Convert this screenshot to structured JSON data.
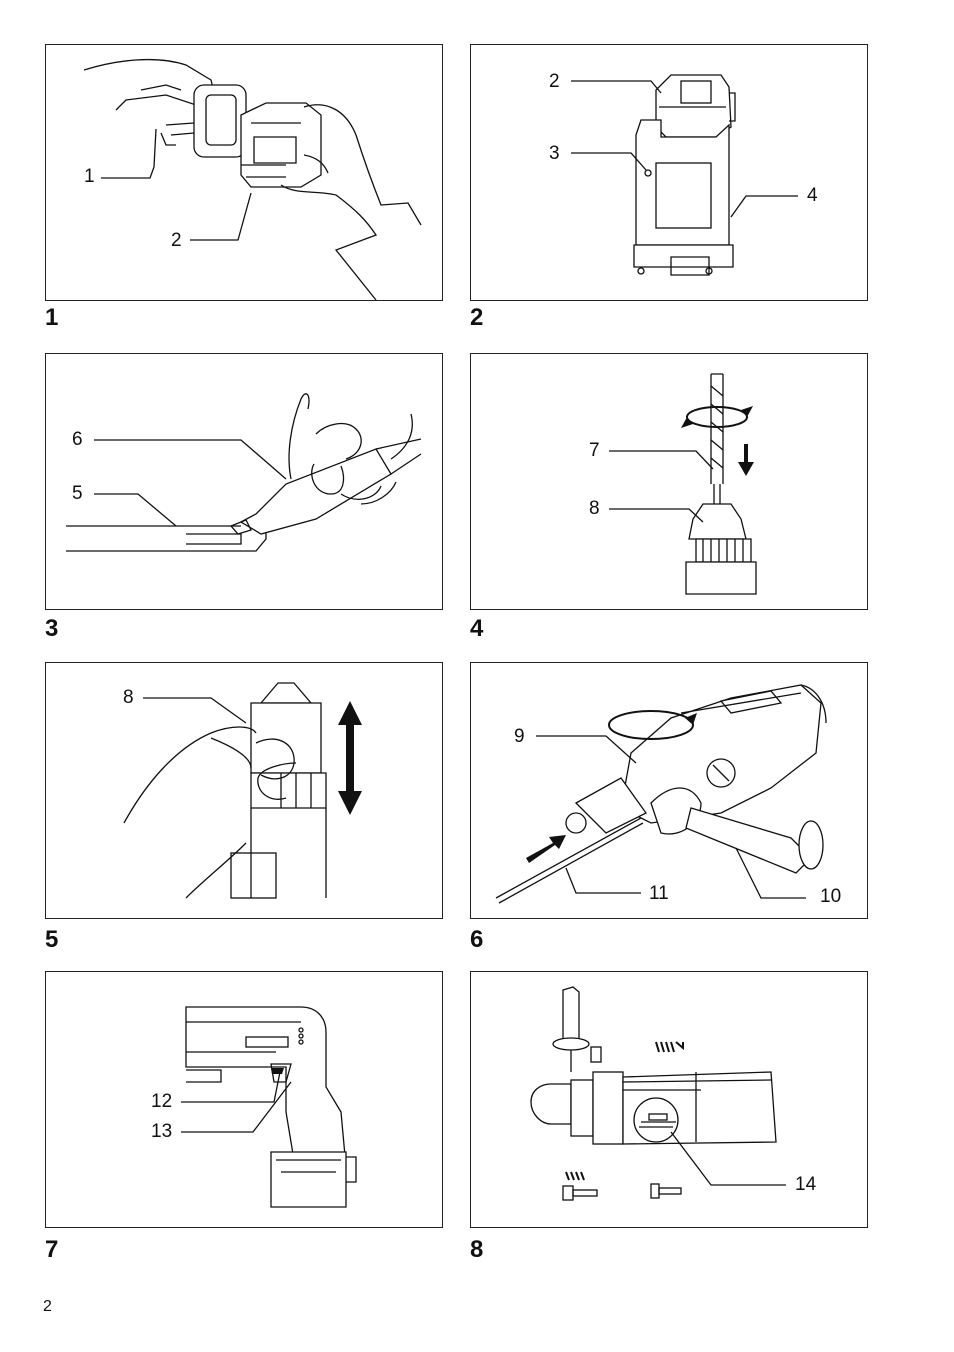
{
  "page": {
    "number": "2"
  },
  "figures": [
    {
      "num": "1",
      "callouts": [
        "1",
        "2"
      ]
    },
    {
      "num": "2",
      "callouts": [
        "2",
        "3",
        "4"
      ]
    },
    {
      "num": "3",
      "callouts": [
        "6",
        "5"
      ]
    },
    {
      "num": "4",
      "callouts": [
        "7",
        "8"
      ]
    },
    {
      "num": "5",
      "callouts": [
        "8"
      ]
    },
    {
      "num": "6",
      "callouts": [
        "9",
        "11",
        "10"
      ]
    },
    {
      "num": "7",
      "callouts": [
        "12",
        "13"
      ]
    },
    {
      "num": "8",
      "callouts": [
        "14"
      ]
    }
  ]
}
